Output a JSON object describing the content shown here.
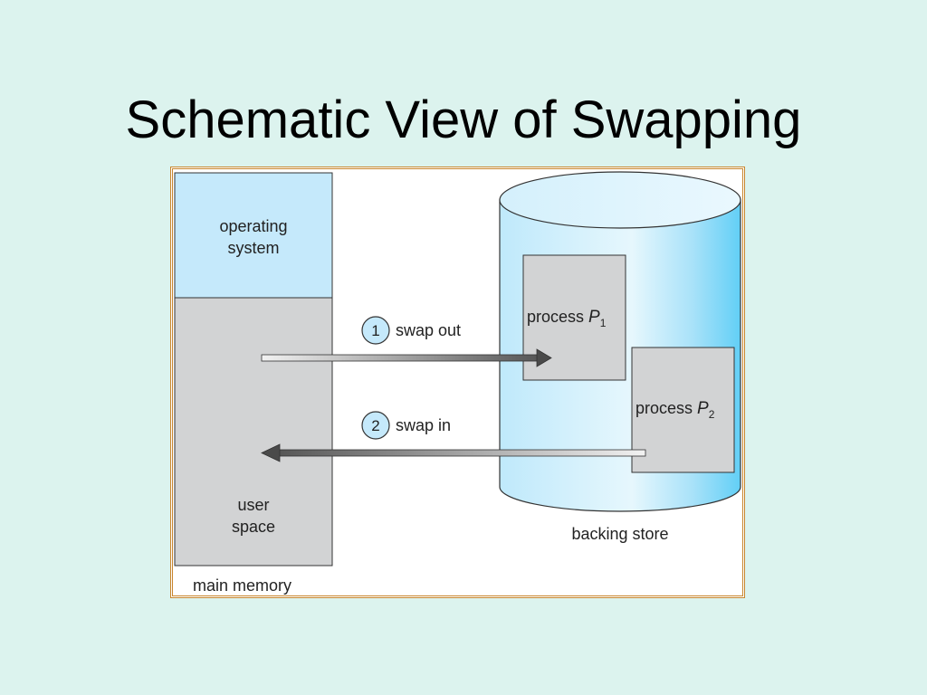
{
  "title": "Schematic View of Swapping",
  "colors": {
    "background": "#dcf3ee",
    "os_fill": "#c5e9fb",
    "user_fill": "#d2d3d4",
    "process_fill": "#d2d3d4",
    "cylinder_light": "#e3f5fd",
    "cylinder_dark": "#6cd2f7",
    "frame_border": "#c8862e"
  },
  "diagram": {
    "main_memory": {
      "os_label_line1": "operating",
      "os_label_line2": "system",
      "user_label_line1": "user",
      "user_label_line2": "space",
      "caption": "main memory"
    },
    "swap_out": {
      "step": "1",
      "label": "swap out"
    },
    "swap_in": {
      "step": "2",
      "label": "swap in"
    },
    "backing_store": {
      "caption": "backing store",
      "process1": {
        "label": "process ",
        "symbol": "P",
        "subscript": "1"
      },
      "process2": {
        "label": "process ",
        "symbol": "P",
        "subscript": "2"
      }
    }
  }
}
